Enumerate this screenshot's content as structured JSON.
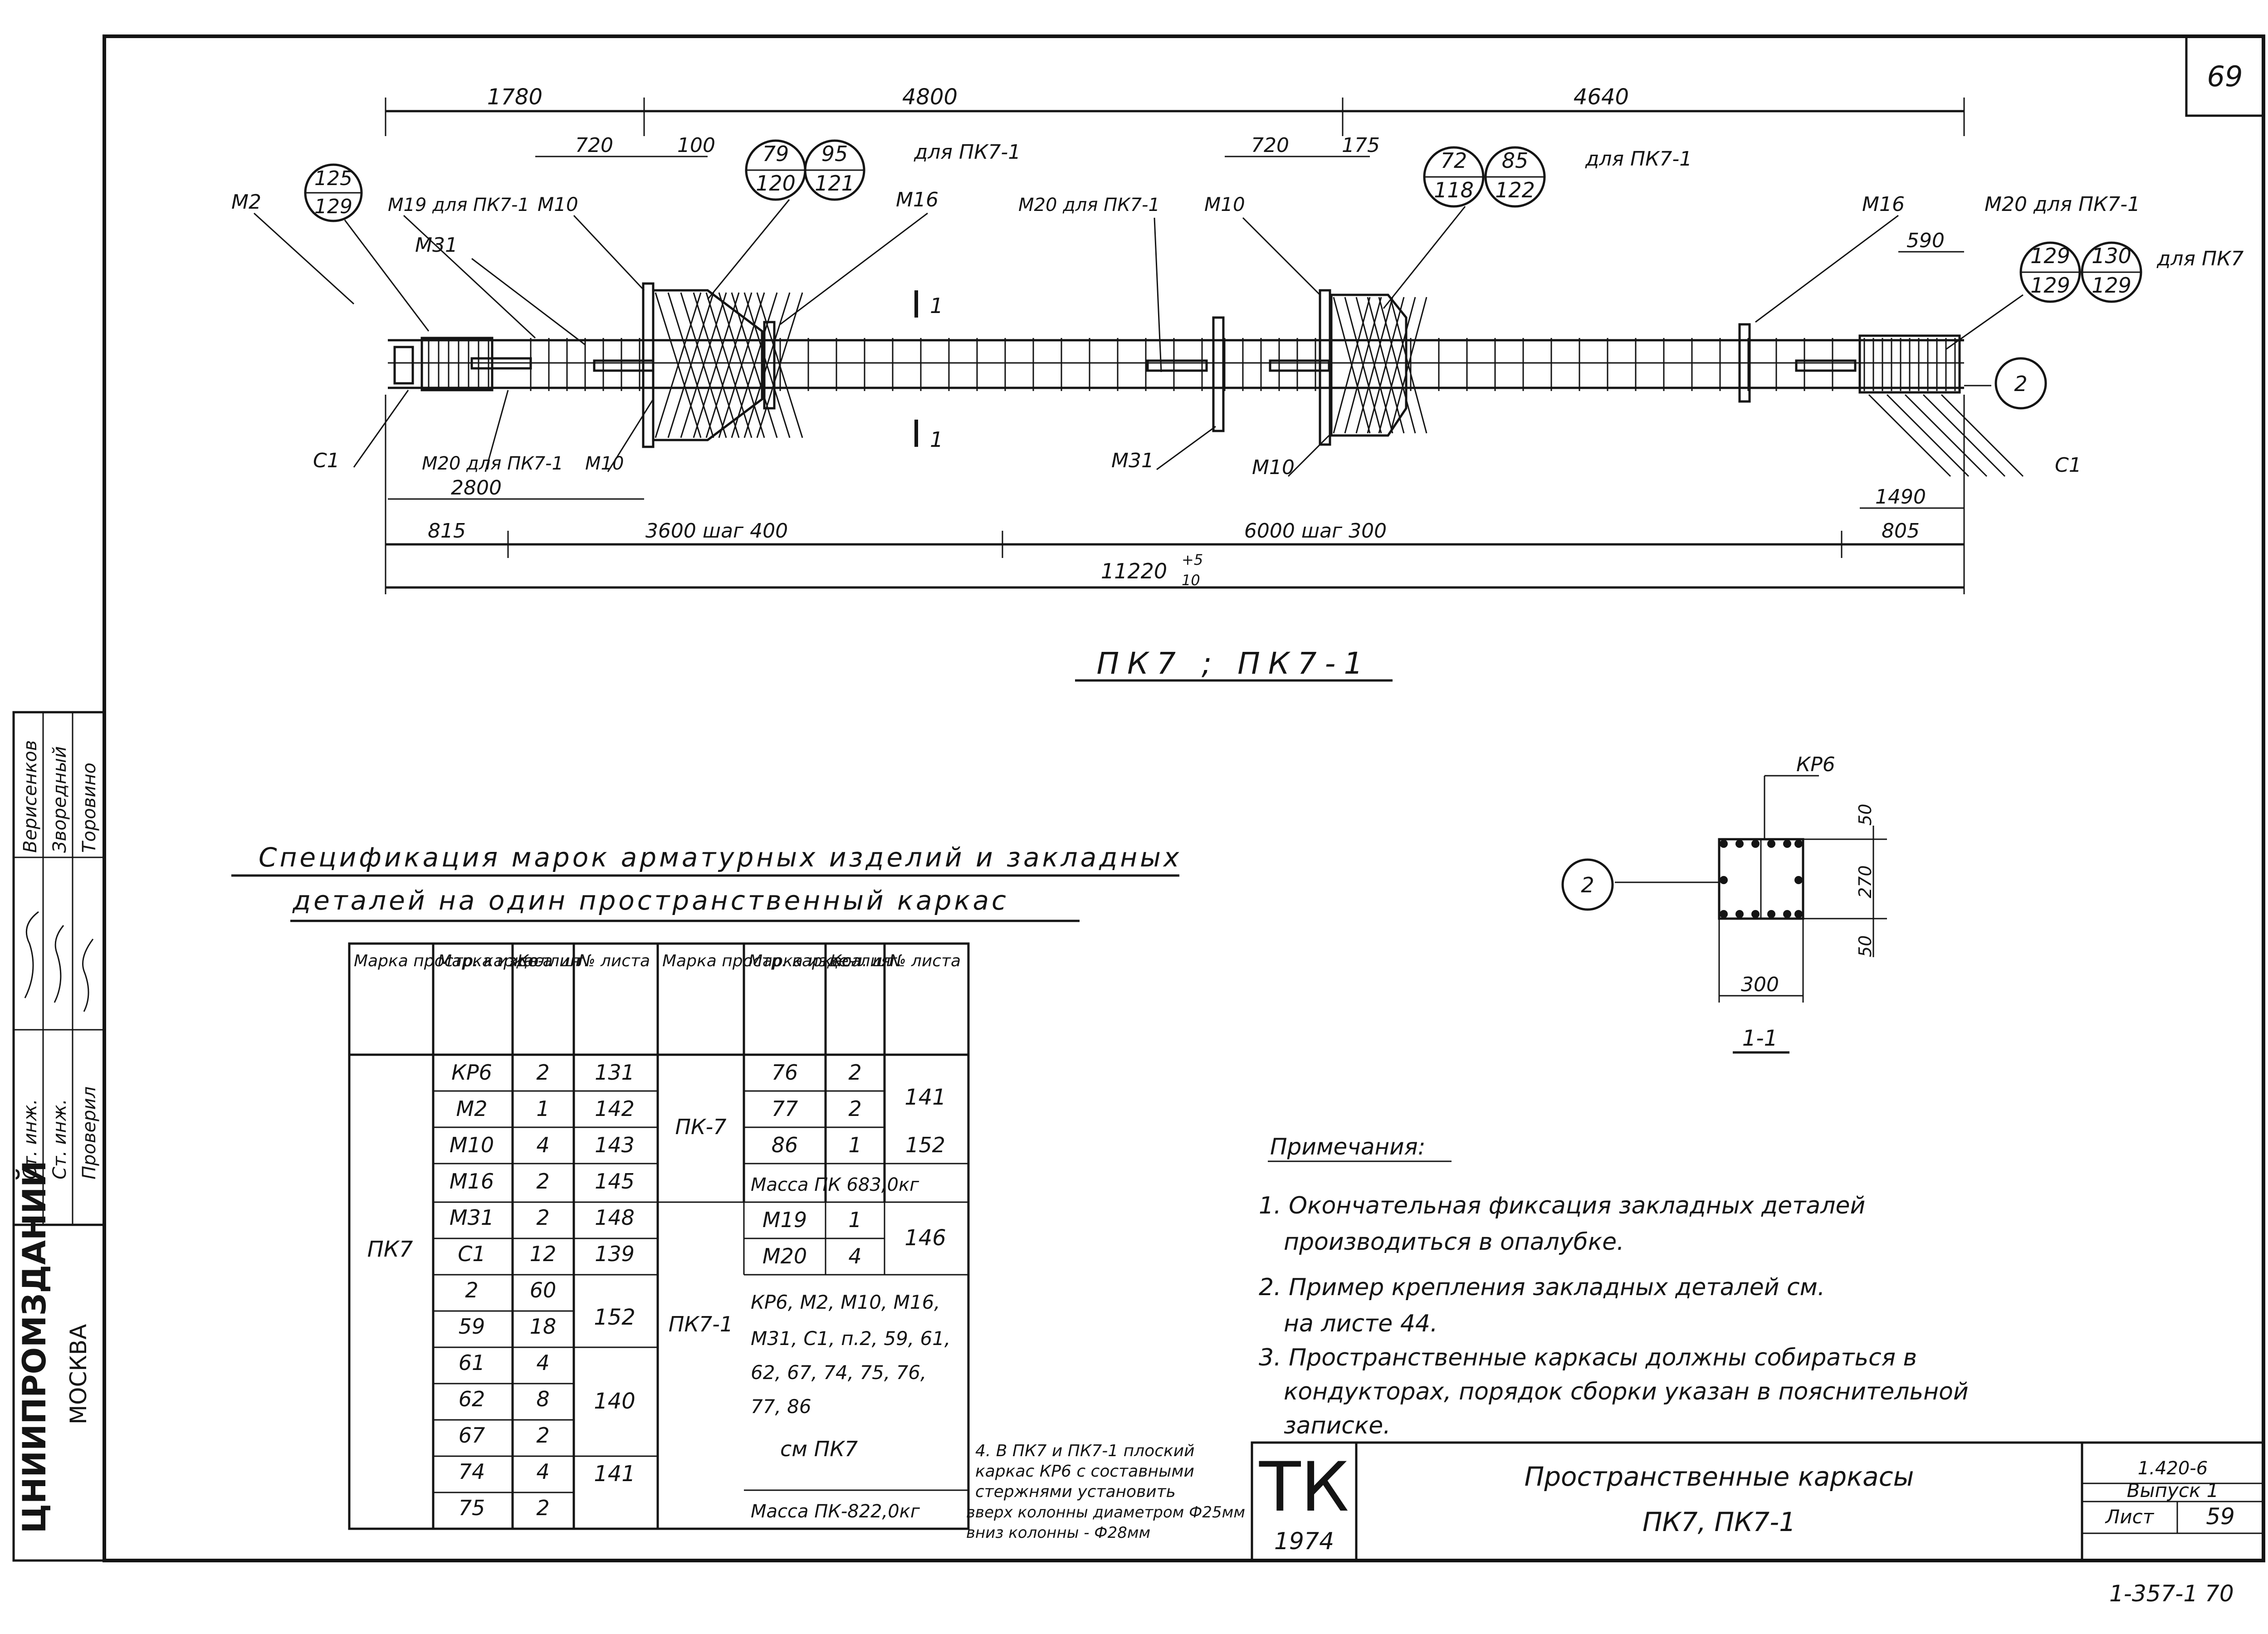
{
  "sheet_number": "69",
  "bottom_stamp": "1-357-1 70",
  "drawing": {
    "top_dims": [
      "1780",
      "4800",
      "4640"
    ],
    "sub_dims": [
      "720",
      "100",
      "720",
      "175",
      "590"
    ],
    "mark_circles": [
      {
        "top": "125",
        "bottom": "129"
      },
      {
        "top": "79",
        "bottom": "120"
      },
      {
        "top": "95",
        "bottom": "121"
      },
      {
        "top": "72",
        "bottom": "118"
      },
      {
        "top": "85",
        "bottom": "122"
      },
      {
        "top": "129",
        "bottom": "129"
      },
      {
        "top": "130",
        "bottom": "129"
      }
    ],
    "labels": {
      "m2": "M2",
      "m19": "M19 для ПК7-1",
      "m10a": "M10",
      "m31a": "M31",
      "m16a": "M16",
      "for_pk71_a": "для ПК7-1",
      "m20_pk71": "M20 для ПК7-1",
      "m10b": "M10",
      "for_pk71_b": "для ПК7-1",
      "m16b": "M16",
      "m20_pk71_right": "M20 для ПК7-1",
      "for_pk7_right": "для ПК7",
      "section_mark": "1",
      "c1_left": "C1",
      "m20_pk71_bottom": "M20 для ПК7-1",
      "m10_bottom": "M10",
      "m31_bottom": "M31",
      "m10_bottom2": "M10",
      "c1_right": "C1",
      "node_ref": "2"
    },
    "bottom_dims": {
      "d2800": "2800",
      "d1490": "1490",
      "d815": "815",
      "d3600": "3600 шаг 400",
      "d6000": "6000 шаг 300",
      "d805": "805",
      "total": "11220",
      "tol_top": "+5",
      "tol_bottom": "10"
    },
    "title": "ПК7 ; ПК7-1"
  },
  "section": {
    "label": "КР6",
    "dims": [
      "50",
      "270",
      "50",
      "300"
    ],
    "node_ref": "2",
    "title": "1-1"
  },
  "specification": {
    "title_line1": "Спецификация марок арматурных изделий и закладных",
    "title_line2": "деталей на один пространственный каркас",
    "headers": [
      "Марка простр. каркаса",
      "Марка изде- лия",
      "Кол. шт.",
      "№ листа",
      "Марка простр. каркаса",
      "Марка изде- лия",
      "Кол. шт.",
      "№ листа"
    ],
    "left_frame": "ПК7",
    "left_rows": [
      {
        "item": "КР6",
        "qty": "2",
        "sheet": "131"
      },
      {
        "item": "M2",
        "qty": "1",
        "sheet": "142"
      },
      {
        "item": "M10",
        "qty": "4",
        "sheet": "143"
      },
      {
        "item": "M16",
        "qty": "2",
        "sheet": "145"
      },
      {
        "item": "M31",
        "qty": "2",
        "sheet": "148"
      },
      {
        "item": "C1",
        "qty": "12",
        "sheet": "139"
      },
      {
        "item": "2",
        "qty": "60",
        "sheet": "152"
      },
      {
        "item": "59",
        "qty": "18",
        "sheet": ""
      },
      {
        "item": "61",
        "qty": "4",
        "sheet": "140"
      },
      {
        "item": "62",
        "qty": "8",
        "sheet": ""
      },
      {
        "item": "67",
        "qty": "2",
        "sheet": ""
      },
      {
        "item": "74",
        "qty": "4",
        "sheet": "141"
      },
      {
        "item": "75",
        "qty": "2",
        "sheet": ""
      }
    ],
    "pk7": {
      "frame": "ПК-7",
      "rows": [
        {
          "item": "76",
          "qty": "2"
        },
        {
          "item": "77",
          "qty": "2",
          "sheet": "141"
        },
        {
          "item": "86",
          "qty": "1",
          "sheet": "152"
        }
      ],
      "mass": "Масса ПК 683,0кг"
    },
    "pk71": {
      "frame": "ПК7-1",
      "rows": [
        {
          "item": "M19",
          "qty": "1",
          "sheet": "146"
        },
        {
          "item": "M20",
          "qty": "4"
        }
      ],
      "list": [
        "КР6, M2, M10, M16,",
        "M31, C1, п.2, 59, 61,",
        "62, 67, 74, 75, 76,",
        "77, 86"
      ],
      "see": "см ПК7",
      "mass": "Масса ПК-822,0кг"
    }
  },
  "notes": {
    "title": "Примечания:",
    "n1": [
      "1. Окончательная фиксация закладных деталей",
      "производиться в опалубке."
    ],
    "n2": [
      "2. Пример крепления закладных деталей см.",
      "на листе 44."
    ],
    "n3": [
      "3. Пространственные каркасы должны собираться в",
      "кондукторах, порядок сборки указан в пояснительной",
      "записке."
    ],
    "n4": [
      "4. В ПК7 и ПК7-1 плоский",
      "каркас КР6 с составными",
      "стержнями установить",
      "вверх колонны диаметром Ф25мм",
      "вниз колонны - Ф28мм"
    ]
  },
  "title_block": {
    "logo": "ТК",
    "year": "1974",
    "title_line1": "Пространственные каркасы",
    "title_line2": "ПК7, ПК7-1",
    "series": "1.420-6",
    "issue": "Выпуск 1",
    "sheet_label": "Лист",
    "sheet": "59"
  },
  "side_stamp": {
    "org": "ЦНИИПРОМЗДАНИЙ",
    "city": "МОСКВА",
    "roles": [
      "Ст. инж.",
      "Ст. инж.",
      "Проверил"
    ],
    "names": [
      "Верисенков",
      "Зворедный",
      "Торовино"
    ]
  }
}
